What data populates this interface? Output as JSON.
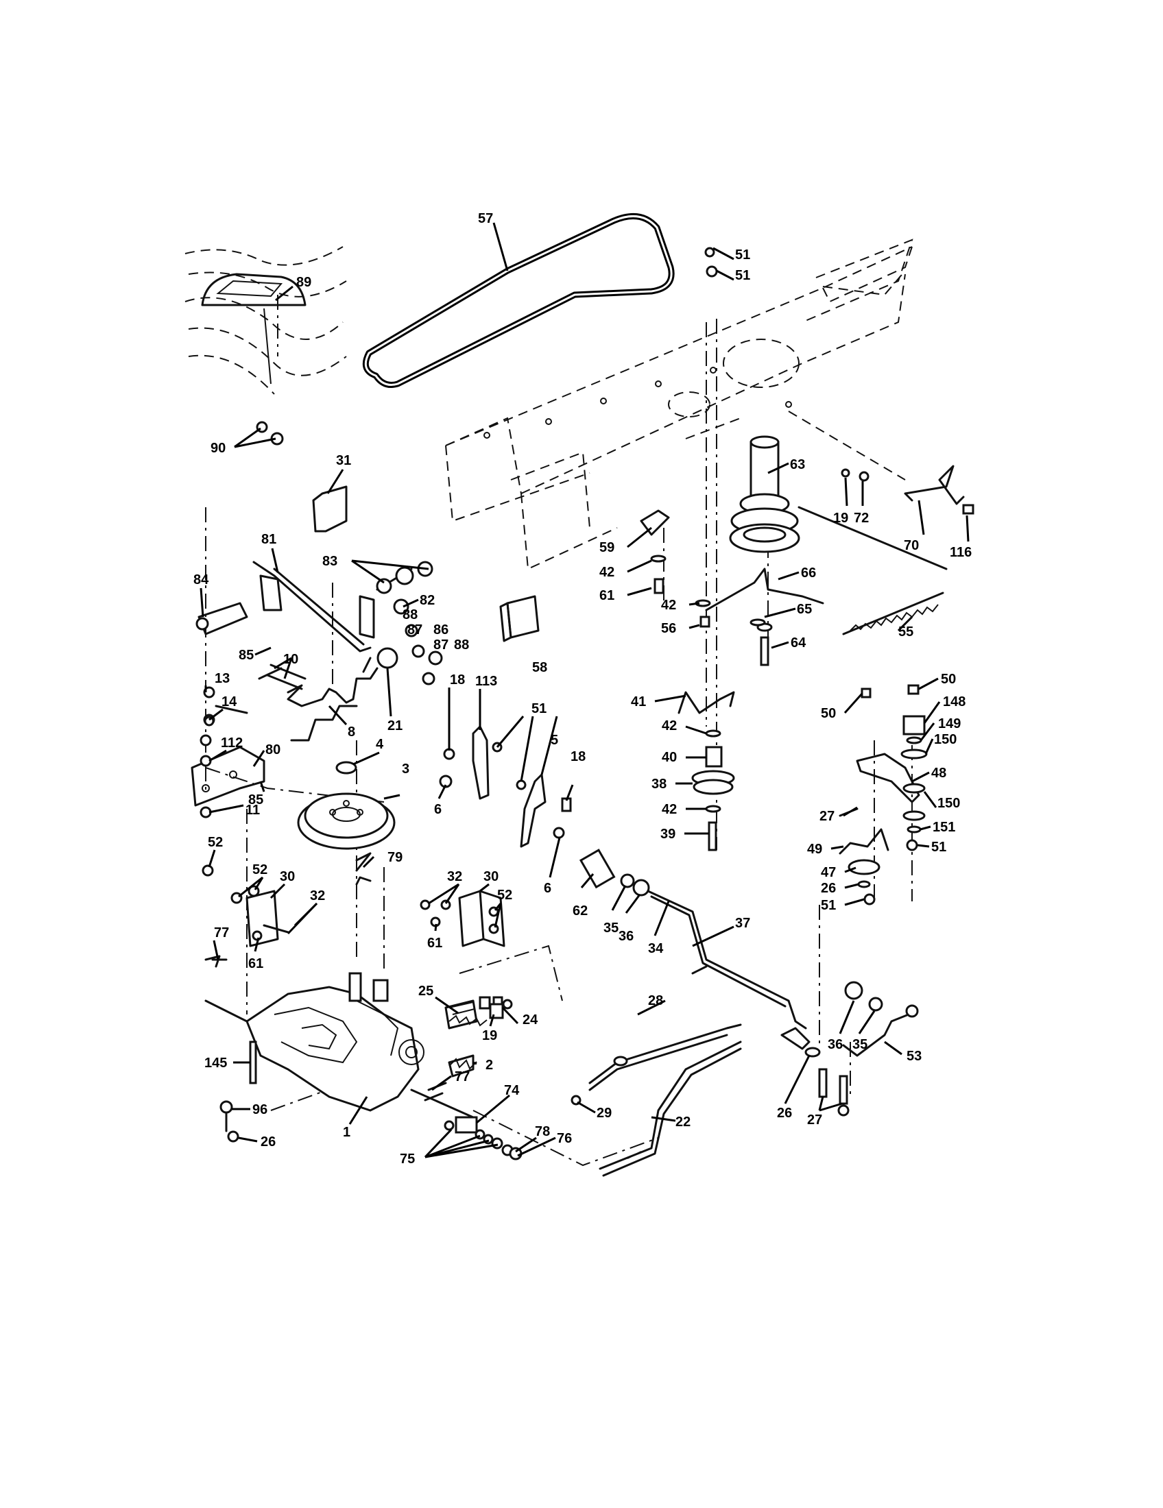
{
  "callouts": [
    {
      "id": "57",
      "text": "57"
    },
    {
      "id": "89",
      "text": "89"
    },
    {
      "id": "51a",
      "text": "51"
    },
    {
      "id": "51b",
      "text": "51"
    },
    {
      "id": "90",
      "text": "90"
    },
    {
      "id": "31",
      "text": "31"
    },
    {
      "id": "63",
      "text": "63"
    },
    {
      "id": "19a",
      "text": "19"
    },
    {
      "id": "72",
      "text": "72"
    },
    {
      "id": "70",
      "text": "70"
    },
    {
      "id": "116",
      "text": "116"
    },
    {
      "id": "59",
      "text": "59"
    },
    {
      "id": "42a",
      "text": "42"
    },
    {
      "id": "61a",
      "text": "61"
    },
    {
      "id": "66",
      "text": "66"
    },
    {
      "id": "42b",
      "text": "42"
    },
    {
      "id": "65",
      "text": "65"
    },
    {
      "id": "56",
      "text": "56"
    },
    {
      "id": "64",
      "text": "64"
    },
    {
      "id": "55",
      "text": "55"
    },
    {
      "id": "81",
      "text": "81"
    },
    {
      "id": "83",
      "text": "83"
    },
    {
      "id": "82",
      "text": "82"
    },
    {
      "id": "84",
      "text": "84"
    },
    {
      "id": "88a",
      "text": "88"
    },
    {
      "id": "87a",
      "text": "87"
    },
    {
      "id": "86",
      "text": "86"
    },
    {
      "id": "87b",
      "text": "87"
    },
    {
      "id": "88b",
      "text": "88"
    },
    {
      "id": "85a",
      "text": "85"
    },
    {
      "id": "58",
      "text": "58"
    },
    {
      "id": "10",
      "text": "10"
    },
    {
      "id": "13",
      "text": "13"
    },
    {
      "id": "14",
      "text": "14"
    },
    {
      "id": "18a",
      "text": "18"
    },
    {
      "id": "113",
      "text": "113"
    },
    {
      "id": "21",
      "text": "21"
    },
    {
      "id": "112",
      "text": "112"
    },
    {
      "id": "8",
      "text": "8"
    },
    {
      "id": "80",
      "text": "80"
    },
    {
      "id": "85b",
      "text": "85"
    },
    {
      "id": "4",
      "text": "4"
    },
    {
      "id": "3",
      "text": "3"
    },
    {
      "id": "11",
      "text": "11"
    },
    {
      "id": "51c",
      "text": "51"
    },
    {
      "id": "5",
      "text": "5"
    },
    {
      "id": "18b",
      "text": "18"
    },
    {
      "id": "6a",
      "text": "6"
    },
    {
      "id": "41",
      "text": "41"
    },
    {
      "id": "42c",
      "text": "42"
    },
    {
      "id": "40",
      "text": "40"
    },
    {
      "id": "38",
      "text": "38"
    },
    {
      "id": "42d",
      "text": "42"
    },
    {
      "id": "39",
      "text": "39"
    },
    {
      "id": "50a",
      "text": "50"
    },
    {
      "id": "148",
      "text": "148"
    },
    {
      "id": "50b",
      "text": "50"
    },
    {
      "id": "149",
      "text": "149"
    },
    {
      "id": "150a",
      "text": "150"
    },
    {
      "id": "48",
      "text": "48"
    },
    {
      "id": "150b",
      "text": "150"
    },
    {
      "id": "27a",
      "text": "27"
    },
    {
      "id": "151",
      "text": "151"
    },
    {
      "id": "49",
      "text": "49"
    },
    {
      "id": "51d",
      "text": "51"
    },
    {
      "id": "47",
      "text": "47"
    },
    {
      "id": "26a",
      "text": "26"
    },
    {
      "id": "51e",
      "text": "51"
    },
    {
      "id": "52a",
      "text": "52"
    },
    {
      "id": "79",
      "text": "79"
    },
    {
      "id": "52b",
      "text": "52"
    },
    {
      "id": "30a",
      "text": "30"
    },
    {
      "id": "32a",
      "text": "32"
    },
    {
      "id": "32b",
      "text": "32"
    },
    {
      "id": "30b",
      "text": "30"
    },
    {
      "id": "52c",
      "text": "52"
    },
    {
      "id": "6b",
      "text": "6"
    },
    {
      "id": "62",
      "text": "62"
    },
    {
      "id": "35a",
      "text": "35"
    },
    {
      "id": "36a",
      "text": "36"
    },
    {
      "id": "34",
      "text": "34"
    },
    {
      "id": "61b",
      "text": "61"
    },
    {
      "id": "61c",
      "text": "61"
    },
    {
      "id": "77a",
      "text": "77"
    },
    {
      "id": "37",
      "text": "37"
    },
    {
      "id": "25",
      "text": "25"
    },
    {
      "id": "24",
      "text": "24"
    },
    {
      "id": "19b",
      "text": "19"
    },
    {
      "id": "28",
      "text": "28"
    },
    {
      "id": "36b",
      "text": "36"
    },
    {
      "id": "35b",
      "text": "35"
    },
    {
      "id": "2",
      "text": "2"
    },
    {
      "id": "53",
      "text": "53"
    },
    {
      "id": "145",
      "text": "145"
    },
    {
      "id": "77b",
      "text": "77"
    },
    {
      "id": "74",
      "text": "74"
    },
    {
      "id": "29",
      "text": "29"
    },
    {
      "id": "22",
      "text": "22"
    },
    {
      "id": "26b",
      "text": "26"
    },
    {
      "id": "27b",
      "text": "27"
    },
    {
      "id": "96",
      "text": "96"
    },
    {
      "id": "1",
      "text": "1"
    },
    {
      "id": "78",
      "text": "78"
    },
    {
      "id": "76",
      "text": "76"
    },
    {
      "id": "26c",
      "text": "26"
    },
    {
      "id": "75",
      "text": "75"
    }
  ]
}
